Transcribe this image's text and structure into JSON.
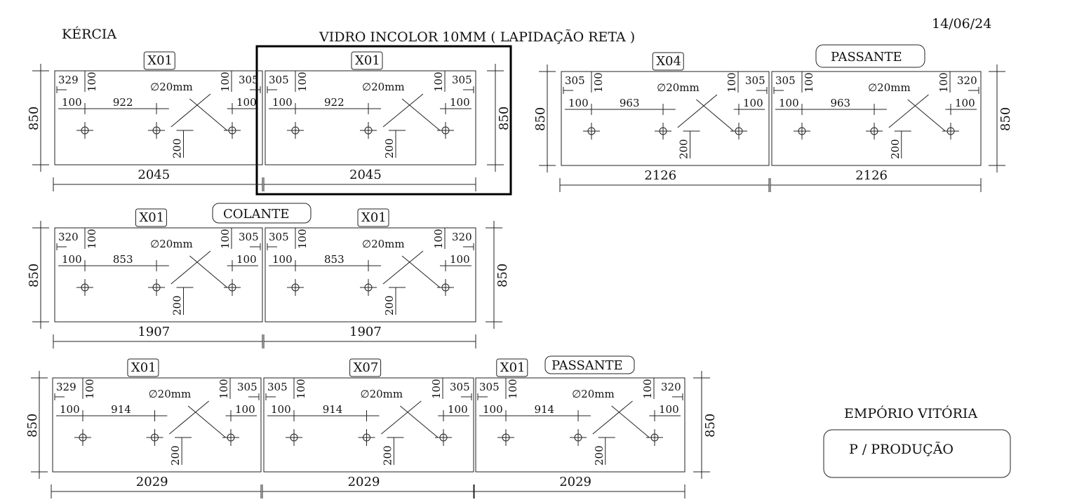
{
  "header": {
    "client": "KÉRCIA",
    "title": "VIDRO INCOLOR 10MM ( LAPIDAÇÃO RETA )",
    "date": "14/06/24"
  },
  "footer": {
    "company": "EMPÓRIO VITÓRIA",
    "note": "P / PRODUÇÃO"
  },
  "common": {
    "hole_label": "∅20mm",
    "edge_offset": "100",
    "height": "850",
    "slot_offset": "200"
  },
  "groups": [
    {
      "panels": [
        {
          "tag": "X01",
          "width": "2045",
          "left_top": "329",
          "right_top": "305",
          "inner": "922"
        },
        {
          "tag": "X01",
          "width": "2045",
          "left_top": "305",
          "right_top": "305",
          "inner": "922"
        }
      ],
      "notes": []
    },
    {
      "panels": [
        {
          "tag": "X04",
          "width": "2126",
          "left_top": "305",
          "right_top": "305",
          "inner": "963"
        },
        {
          "tag": "",
          "width": "2126",
          "left_top": "305",
          "right_top": "320",
          "inner": "963"
        }
      ],
      "notes": [
        "PASSANTE"
      ]
    },
    {
      "panels": [
        {
          "tag": "X01",
          "width": "1907",
          "left_top": "320",
          "right_top": "305",
          "inner": "853"
        },
        {
          "tag": "X01",
          "width": "1907",
          "left_top": "305",
          "right_top": "320",
          "inner": "853"
        }
      ],
      "notes": [
        "COLANTE"
      ]
    },
    {
      "panels": [
        {
          "tag": "X01",
          "width": "2029",
          "left_top": "329",
          "right_top": "305",
          "inner": "914"
        },
        {
          "tag": "X07",
          "width": "2029",
          "left_top": "305",
          "right_top": "305",
          "inner": "914"
        },
        {
          "tag": "X01",
          "width": "2029",
          "left_top": "305",
          "right_top": "320",
          "inner": "914"
        }
      ],
      "notes": [
        "PASSANTE"
      ]
    }
  ]
}
